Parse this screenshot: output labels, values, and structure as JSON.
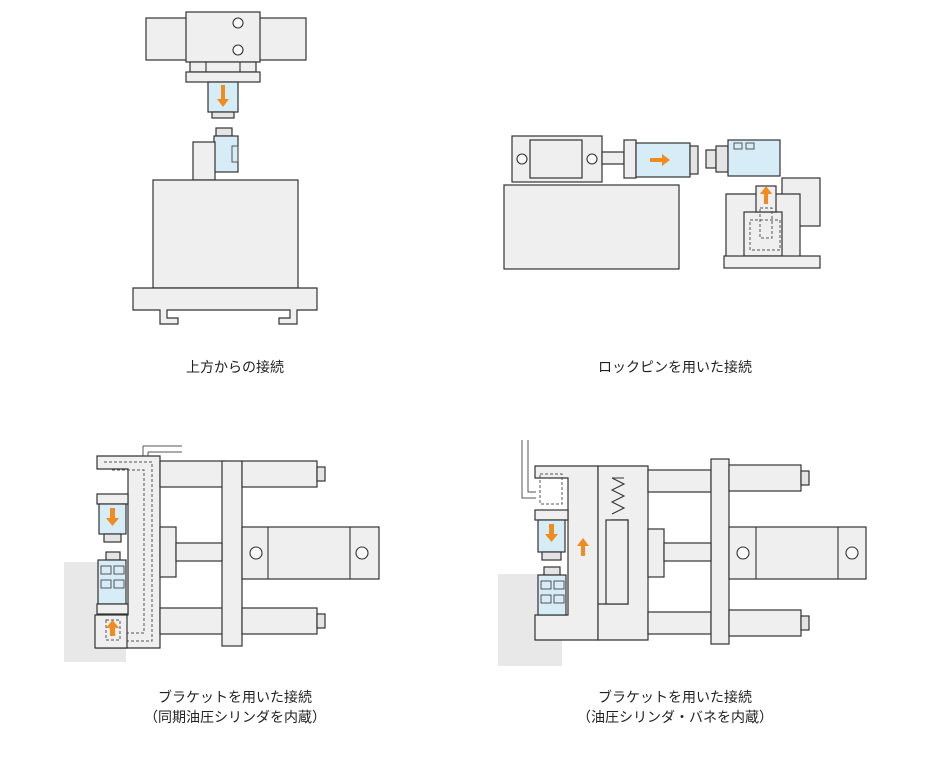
{
  "captions": {
    "top_left": "上方からの接続",
    "top_right": "ロックピンを用いた接続",
    "bottom_left_line1": "ブラケットを用いた接続",
    "bottom_left_line2": "（同期油圧シリンダを内蔵）",
    "bottom_right_line1": "ブラケットを用いた接続",
    "bottom_right_line2": "（油圧シリンダ・バネを内蔵）"
  },
  "colors": {
    "body": "#efefef",
    "cylinder_blue": "#d6ecf7",
    "arrow_orange": "#f08c1e",
    "outline": "#333333"
  }
}
